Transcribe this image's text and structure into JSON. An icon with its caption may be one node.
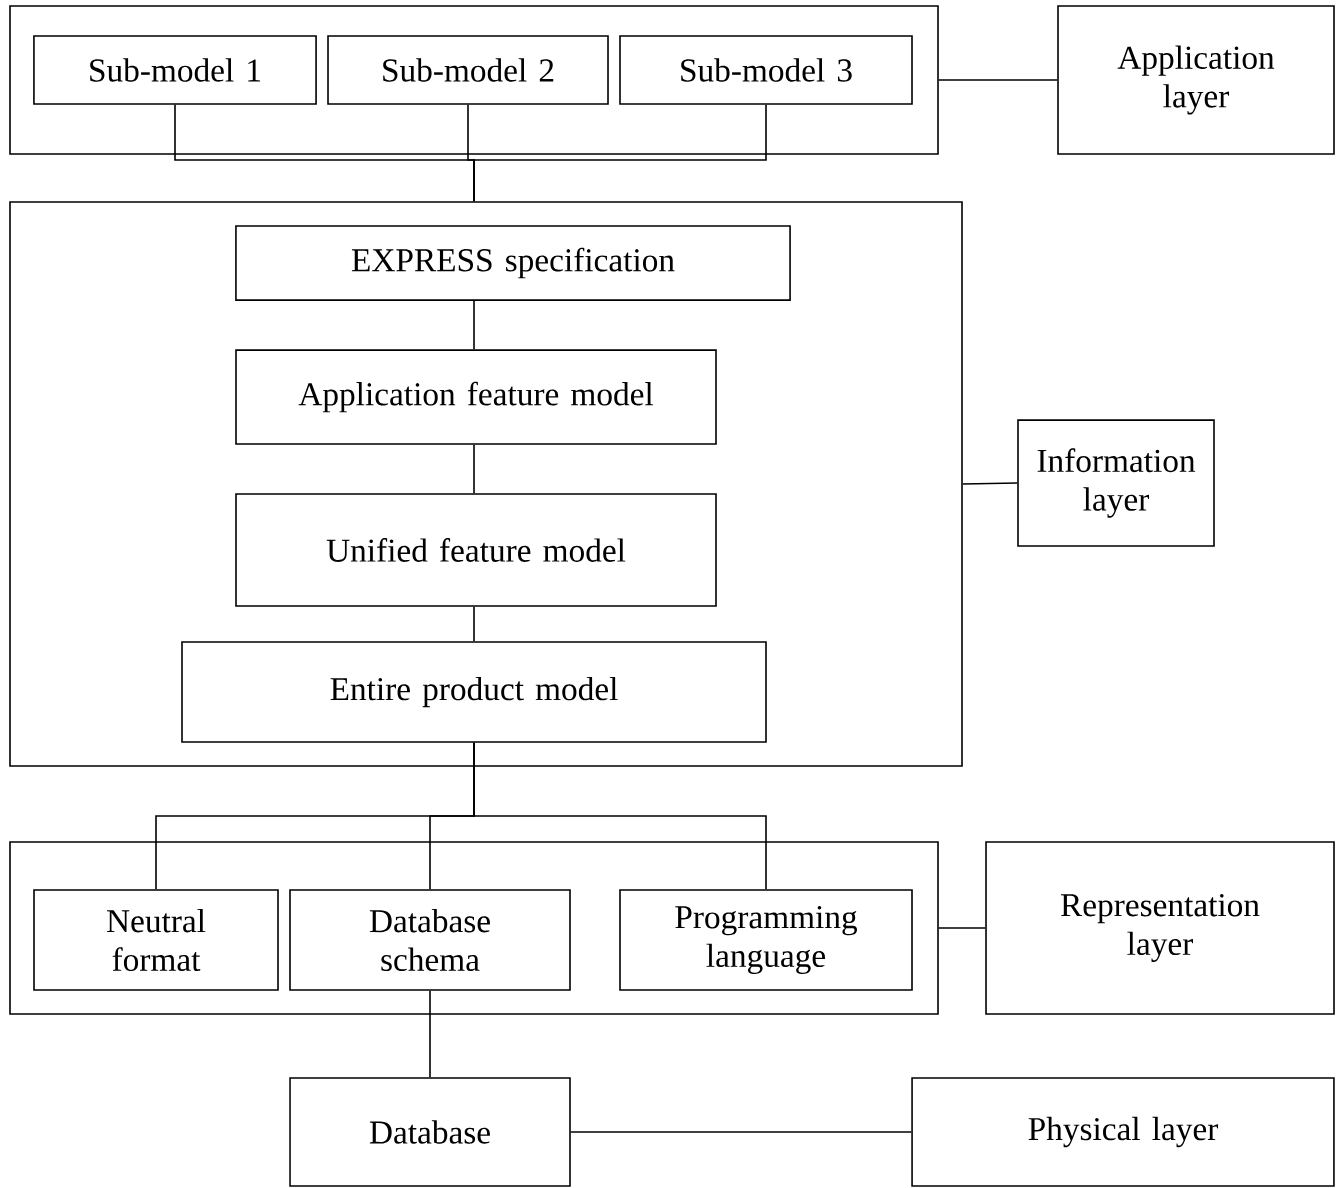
{
  "diagram": {
    "nodes": [
      {
        "text": [],
        "shape": "box"
      },
      {
        "text": [
          "Sub-model 1"
        ],
        "in": 0
      },
      {
        "text": [
          "Sub-model 2"
        ],
        "in": 0
      },
      {
        "text": [
          "Sub-model 3"
        ],
        "in": 0
      },
      {
        "text": [
          "Application layer"
        ]
      },
      {
        "text": [],
        "shape": "box"
      },
      {
        "text": [
          "EXPRESS specification"
        ],
        "in": 5
      },
      {
        "text": [
          "Application feature model"
        ],
        "in": 5
      },
      {
        "text": [
          "Unified feature model"
        ],
        "in": 5
      },
      {
        "text": [
          "Entire product model"
        ],
        "in": 5
      },
      {
        "text": [
          "Information layer"
        ]
      },
      {
        "text": [],
        "shape": "box"
      },
      {
        "text": [
          "Neutral format"
        ],
        "in": 11
      },
      {
        "text": [
          "Database schema"
        ],
        "in": 11
      },
      {
        "text": [
          "Programming language"
        ],
        "in": 11
      },
      {
        "text": [
          "Representation layer"
        ]
      },
      {
        "text": [
          "Database"
        ]
      },
      {
        "text": [
          "Physical layer"
        ]
      }
    ],
    "edges": [
      {
        "from": 1,
        "to": 5,
        "arrow": "none"
      },
      {
        "from": 2,
        "to": 5,
        "arrow": "none"
      },
      {
        "from": 3,
        "to": 5,
        "arrow": "none"
      },
      {
        "from": 0,
        "to": 4,
        "arrow": "none"
      },
      {
        "from": 6,
        "to": 7,
        "arrow": "none"
      },
      {
        "from": 7,
        "to": 8,
        "arrow": "none"
      },
      {
        "from": 8,
        "to": 9,
        "arrow": "none"
      },
      {
        "from": 5,
        "to": 10,
        "arrow": "none"
      },
      {
        "from": 9,
        "to": 12,
        "arrow": "none"
      },
      {
        "from": 9,
        "to": 13,
        "arrow": "none"
      },
      {
        "from": 9,
        "to": 14,
        "arrow": "none"
      },
      {
        "from": 11,
        "to": 15,
        "arrow": "none"
      },
      {
        "from": 13,
        "to": 16,
        "arrow": "none"
      },
      {
        "from": 16,
        "to": 17,
        "arrow": "none"
      }
    ]
  }
}
